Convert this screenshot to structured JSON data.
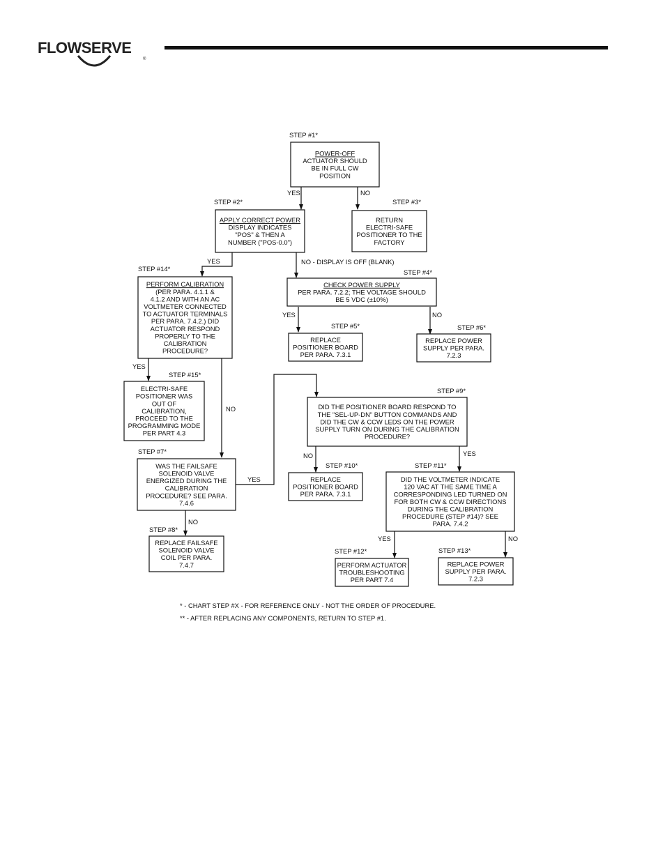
{
  "brand": {
    "name": "FLOWSERVE",
    "registered": "®"
  },
  "labels": {
    "yes": "YES",
    "no": "NO"
  },
  "steps": {
    "s1": {
      "label": "STEP #1*",
      "lines": [
        "POWER-OFF",
        "ACTUATOR SHOULD",
        "BE IN FULL CW",
        "POSITION"
      ]
    },
    "s2": {
      "label": "STEP #2*",
      "lines": [
        "APPLY CORRECT POWER",
        "DISPLAY INDICATES",
        "\"POS\" & THEN A",
        "NUMBER (\"POS-0.0\")"
      ]
    },
    "s3": {
      "label": "STEP #3*",
      "lines": [
        "RETURN",
        "ELECTRI-SAFE",
        "POSITIONER TO THE",
        "FACTORY"
      ]
    },
    "s4": {
      "label": "STEP #4*",
      "lines": [
        "CHECK POWER SUPPLY",
        "PER PARA. 7.2.2; THE VOLTAGE SHOULD",
        "BE 5 VDC (±10%)"
      ]
    },
    "s5": {
      "label": "STEP #5*",
      "lines": [
        "REPLACE",
        "POSITIONER BOARD",
        "PER PARA. 7.3.1"
      ]
    },
    "s6": {
      "label": "STEP #6*",
      "lines": [
        "REPLACE POWER",
        "SUPPLY PER PARA.",
        "7.2.3"
      ]
    },
    "s7": {
      "label": "STEP #7*",
      "lines": [
        "WAS THE FAILSAFE",
        "SOLENOID VALVE",
        "ENERGIZED DURING THE",
        "CALIBRATION",
        "PROCEDURE? SEE PARA.",
        "7.4.6"
      ]
    },
    "s8": {
      "label": "STEP #8*",
      "lines": [
        "REPLACE FAILSAFE",
        "SOLENOID VALVE",
        "COIL PER PARA.",
        "7.4.7"
      ]
    },
    "s9": {
      "label": "STEP #9*",
      "lines": [
        "DID THE POSITIONER BOARD RESPOND TO",
        "THE \"SEL-UP-DN\" BUTTON COMMANDS AND",
        "DID THE CW & CCW LEDS ON THE POWER",
        "SUPPLY TURN ON DURING THE CALIBRATION",
        "PROCEDURE?"
      ]
    },
    "s10": {
      "label": "STEP #10*",
      "lines": [
        "REPLACE",
        "POSITIONER BOARD",
        "PER PARA. 7.3.1"
      ]
    },
    "s11": {
      "label": "STEP #11*",
      "lines": [
        "DID THE VOLTMETER INDICATE",
        "120 VAC AT THE SAME TIME A",
        "CORRESPONDING LED TURNED ON",
        "FOR BOTH CW & CCW DIRECTIONS",
        "DURING THE CALIBRATION",
        "PROCEDURE (STEP #14)? SEE",
        "PARA. 7.4.2"
      ]
    },
    "s12": {
      "label": "STEP #12*",
      "lines": [
        "PERFORM ACTUATOR",
        "TROUBLESHOOTING",
        "PER PART 7.4"
      ]
    },
    "s13": {
      "label": "STEP #13*",
      "lines": [
        "REPLACE POWER",
        "SUPPLY PER PARA.",
        "7.2.3"
      ]
    },
    "s14": {
      "label": "STEP #14*",
      "lines": [
        "PERFORM CALIBRATION",
        "(PER PARA. 4.1.1 &",
        "4.1.2 AND WITH AN AC",
        "VOLTMETER CONNECTED",
        "TO ACTUATOR TERMINALS",
        "PER PARA. 7.4.2.) DID",
        "ACTUATOR RESPOND",
        "PROPERLY TO THE",
        "CALIBRATION",
        "PROCEDURE?"
      ]
    },
    "s15": {
      "label": "STEP #15*",
      "lines": [
        "ELECTRI-SAFE",
        "POSITIONER WAS",
        "OUT OF",
        "CALIBRATION,",
        "PROCEED TO THE",
        "PROGRAMMING MODE",
        "PER PART 4.3"
      ]
    }
  },
  "edge_labels": {
    "display_off": "NO - DISPLAY IS OFF (BLANK)"
  },
  "notes": [
    "* - CHART STEP #X - FOR REFERENCE ONLY - NOT THE ORDER OF PROCEDURE.",
    "** - AFTER REPLACING ANY COMPONENTS, RETURN TO STEP #1."
  ]
}
